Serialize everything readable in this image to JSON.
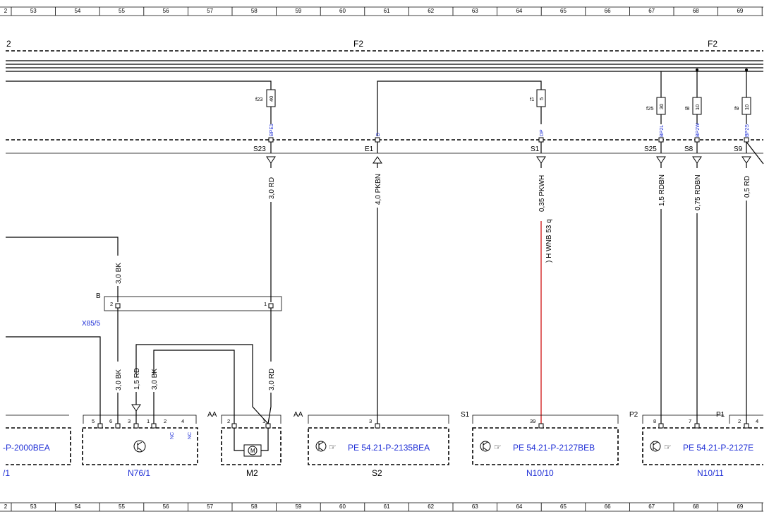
{
  "grid_ticks": [
    "2",
    "53",
    "54",
    "55",
    "56",
    "57",
    "58",
    "59",
    "60",
    "61",
    "62",
    "63",
    "64",
    "65",
    "66",
    "67",
    "68",
    "69"
  ],
  "bus_labels": {
    "left": "2",
    "mid": "F2",
    "right": "F2"
  },
  "fuses": [
    {
      "id": "f23",
      "rating": "40",
      "blue": "BPE1",
      "pin": "S23",
      "wire": "3,0 RD"
    },
    {
      "id": "",
      "rating": "",
      "blue": "D",
      "pin": "E1",
      "wire": "4,0 PKBN"
    },
    {
      "id": "f1",
      "rating": "5",
      "blue": "DP",
      "pin": "S1",
      "wire": "0,35 PKWH"
    },
    {
      "id": "f25",
      "rating": "30",
      "blue": "BP2L",
      "pin": "S25",
      "wire": "1,5 RDBN"
    },
    {
      "id": "f8",
      "rating": "10",
      "blue": "BP2W",
      "pin": "S8",
      "wire": "0,75 RDBN"
    },
    {
      "id": "f9",
      "rating": "10",
      "blue": "BP2S",
      "pin": "S9",
      "wire": "0,5 RD"
    }
  ],
  "rotated_note": ") H WNB 53 q",
  "connector_b": {
    "letter": "B",
    "name": "X85/5",
    "pin2": "2",
    "pin1": "1"
  },
  "wires_mid": {
    "bk_upper": "3,0 BK",
    "bk_lower": "3,0 BK",
    "rd_1": "1,5 RD",
    "bk_2": "3,0 BK",
    "rd_lower": "3,0 RD"
  },
  "headers": {
    "aa1": "AA",
    "aa2": "AA",
    "s1": "S1",
    "p2": "P2",
    "p1": "P1"
  },
  "components": [
    {
      "ref": "-P-2000BEA",
      "name": "/1",
      "pins": []
    },
    {
      "ref": "",
      "name": "N76/1",
      "pins": [
        "5",
        "6",
        "3",
        "1",
        "2",
        "4"
      ],
      "nc": [
        "NC",
        "NC"
      ]
    },
    {
      "ref": "",
      "name": "M2",
      "pins": [
        "2",
        "1"
      ],
      "motor": "M"
    },
    {
      "ref": "PE 54.21-P-2135BEA",
      "name": "S2",
      "pins": [
        "3"
      ]
    },
    {
      "ref": "PE 54.21-P-2127BEB",
      "name": "N10/10",
      "pins": [
        "39"
      ]
    },
    {
      "ref": "PE 54.21-P-2127E",
      "name": "N10/11",
      "pins": [
        "8",
        "7",
        "2",
        "4"
      ]
    }
  ],
  "colors": {
    "accent_blue": "#1f2fd6",
    "red_wire": "#cc0000"
  }
}
